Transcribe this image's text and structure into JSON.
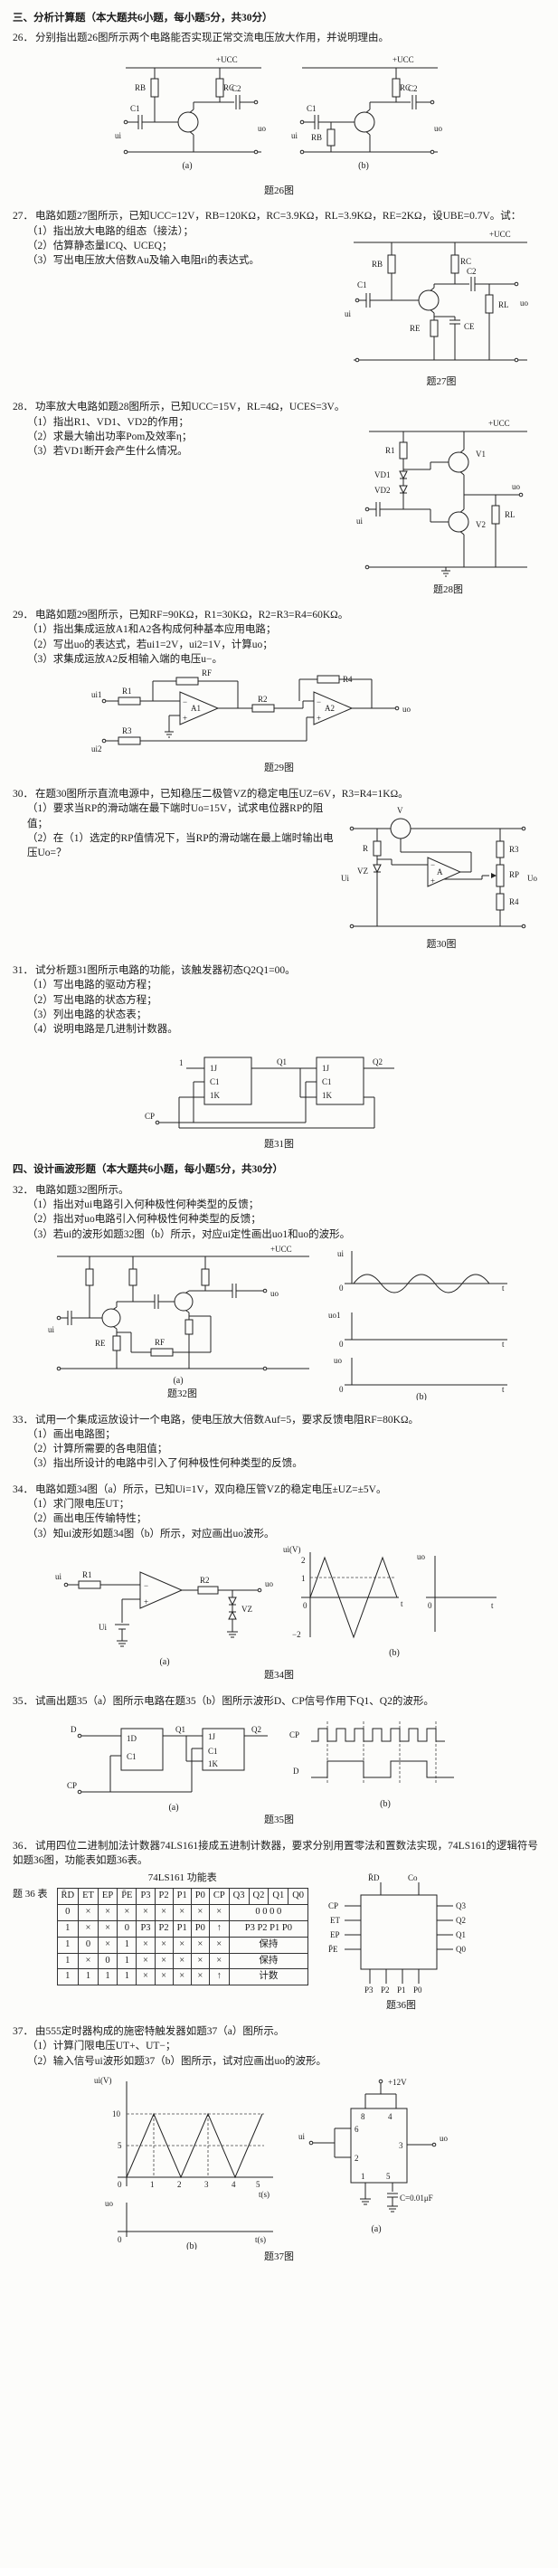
{
  "s3": {
    "title": "三、分析计算题（本大题共6小题，每小题5分，共30分）",
    "q26": {
      "num": "26．",
      "stem": "分别指出题26图所示两个电路能否实现正常交流电压放大作用，并说明理由。",
      "fig": {
        "caption": "题26图",
        "a": {
          "vcc": "+UCC",
          "rb": "RB",
          "rc": "RC",
          "c1": "C1",
          "c2": "C2",
          "ui": "ui",
          "uo": "uo",
          "tag": "(a)"
        },
        "b": {
          "vcc": "+UCC",
          "rb": "RB",
          "rc": "RC",
          "c1": "C1",
          "c2": "C2",
          "ui": "ui",
          "uo": "uo",
          "tag": "(b)"
        }
      }
    },
    "q27": {
      "num": "27．",
      "stem": "电路如题27图所示，已知UCC=12V，RB=120KΩ，RC=3.9KΩ，RL=3.9KΩ，RE=2KΩ，设UBE=0.7V。试：",
      "items": [
        "（1）指出放大电路的组态（接法）；",
        "（2）估算静态量ICQ、UCEQ；",
        "（3）写出电压放大倍数Au及输入电阻ri的表达式。"
      ],
      "fig": {
        "caption": "题27图",
        "vcc": "+UCC",
        "rb": "RB",
        "rc": "RC",
        "re": "RE",
        "rl": "RL",
        "c1": "C1",
        "c2": "C2",
        "ce": "CE",
        "ui": "ui",
        "uo": "uo"
      }
    },
    "q28": {
      "num": "28．",
      "stem": "功率放大电路如题28图所示，已知UCC=15V，RL=4Ω，UCES=3V。",
      "items": [
        "（1）指出R1、VD1、VD2的作用；",
        "（2）求最大输出功率Pom及效率η；",
        "（3）若VD1断开会产生什么情况。"
      ],
      "fig": {
        "caption": "题28图",
        "vcc": "+UCC",
        "r1": "R1",
        "vd1": "VD1",
        "vd2": "VD2",
        "v1": "V1",
        "v2": "V2",
        "rl": "RL",
        "ui": "ui",
        "uo": "uo"
      }
    },
    "q29": {
      "num": "29．",
      "stem": "电路如题29图所示，已知RF=90KΩ，R1=30KΩ，R2=R3=R4=60KΩ。",
      "items": [
        "（1）指出集成运放A1和A2各构成何种基本应用电路；",
        "（2）写出uo的表达式，若ui1=2V，ui2=1V，计算uo；",
        "（3）求集成运放A2反相输入端的电压u−。"
      ],
      "fig": {
        "caption": "题29图",
        "r1": "R1",
        "rf": "RF",
        "r2": "R2",
        "r3": "R3",
        "r4": "R4",
        "a1": "A1",
        "a2": "A2",
        "ui1": "ui1",
        "ui2": "ui2",
        "uo": "uo",
        "minus": "−",
        "plus": "+"
      }
    },
    "q30": {
      "num": "30．",
      "stem": "在题30图所示直流电源中，已知稳压二极管VZ的稳定电压UZ=6V，R3=R4=1KΩ。",
      "items": [
        "（1）要求当RP的滑动端在最下端时Uo=15V，试求电位器RP的阻值；",
        "（2）在（1）选定的RP值情况下，当RP的滑动端在最上端时输出电压Uo=？"
      ],
      "fig": {
        "caption": "题30图",
        "ui": "Ui",
        "v": "V",
        "r": "R",
        "vz": "VZ",
        "a": "A",
        "r3": "R3",
        "rp": "RP",
        "r4": "R4",
        "uo": "Uo",
        "minus": "−",
        "plus": "+"
      }
    },
    "q31": {
      "num": "31．",
      "stem": "试分析题31图所示电路的功能，该触发器初态Q2Q1=00。",
      "items": [
        "（1）写出电路的驱动方程；",
        "（2）写出电路的状态方程；",
        "（3）列出电路的状态表；",
        "（4）说明电路是几进制计数器。"
      ],
      "fig": {
        "caption": "题31图",
        "j": "1J",
        "c": "C1",
        "k": "1K",
        "q1": "Q1",
        "q2": "Q2",
        "cp": "CP",
        "one": "1"
      }
    }
  },
  "s4": {
    "title": "四、设计画波形题（本大题共6小题，每小题5分，共30分）",
    "q32": {
      "num": "32．",
      "stem": "电路如题32图所示。",
      "items": [
        "（1）指出对ui电路引入何种极性何种类型的反馈；",
        "（2）指出对uo电路引入何种极性何种类型的反馈；",
        "（3）若ui的波形如题32图（b）所示，对应ui定性画出uo1和uo的波形。"
      ],
      "fig": {
        "caption": "题32图",
        "a": {
          "vcc": "+UCC",
          "rf": "RF",
          "re": "RE",
          "ui": "ui",
          "uo": "uo",
          "tag": "(a)"
        },
        "b": {
          "ui": "ui",
          "uo1": "uo1",
          "uo": "uo",
          "t": "t",
          "zero": "0",
          "tag": "(b)"
        }
      }
    },
    "q33": {
      "num": "33．",
      "stem": "试用一个集成运放设计一个电路，使电压放大倍数Auf=5，要求反馈电阻RF=80KΩ。",
      "items": [
        "（1）画出电路图；",
        "（2）计算所需要的各电阻值；",
        "（3）指出所设计的电路中引入了何种极性何种类型的反馈。"
      ]
    },
    "q34": {
      "num": "34．",
      "stem": "电路如题34图（a）所示，已知Ui=1V，双向稳压管VZ的稳定电压±UZ=±5V。",
      "items": [
        "（1）求门限电压UT；",
        "（2）画出电压传输特性；",
        "（3）知ui波形如题34图（b）所示，对应画出uo波形。"
      ],
      "fig": {
        "caption": "题34图",
        "a": {
          "ui": "ui",
          "r1": "R1",
          "r2": "R2",
          "uref": "Ui",
          "vz": "VZ",
          "uo": "uo",
          "minus": "−",
          "plus": "+",
          "tag": "(a)"
        },
        "b": {
          "ylabel": "ui(V)",
          "v2": "2",
          "v1": "1",
          "zero": "0",
          "vm2": "−2",
          "t": "t",
          "uo": "uo",
          "tag": "(b)"
        }
      }
    },
    "q35": {
      "num": "35．",
      "stem": "试画出题35（a）图所示电路在题35（b）图所示波形D、CP信号作用下Q1、Q2的波形。",
      "fig": {
        "caption": "题35图",
        "a": {
          "d": "D",
          "cp": "CP",
          "d1": "1D",
          "c1": "C1",
          "j": "1J",
          "k": "1K",
          "q1": "Q1",
          "q2": "Q2",
          "tag": "(a)"
        },
        "b": {
          "cp": "CP",
          "d": "D",
          "tag": "(b)"
        }
      }
    },
    "q36": {
      "num": "36．",
      "stem": "试用四位二进制加法计数器74LS161接成五进制计数器，要求分别用置零法和置数法实现，74LS161的逻辑符号如题36图，功能表如题36表。",
      "table": {
        "side_label": "题 36 表",
        "title": "74LS161 功能表",
        "headers": [
          "R̄D",
          "ET",
          "EP",
          "P̄E",
          "P3",
          "P2",
          "P1",
          "P0",
          "CP",
          "Q3",
          "Q2",
          "Q1",
          "Q0"
        ],
        "rows": [
          [
            "0",
            "×",
            "×",
            "×",
            "×",
            "×",
            "×",
            "×",
            "×",
            "0 0 0 0"
          ],
          [
            "1",
            "×",
            "×",
            "0",
            "P3",
            "P2",
            "P1",
            "P0",
            "↑",
            "P3 P2 P1 P0"
          ],
          [
            "1",
            "0",
            "×",
            "1",
            "×",
            "×",
            "×",
            "×",
            "×",
            "保持"
          ],
          [
            "1",
            "×",
            "0",
            "1",
            "×",
            "×",
            "×",
            "×",
            "×",
            "保持"
          ],
          [
            "1",
            "1",
            "1",
            "1",
            "×",
            "×",
            "×",
            "×",
            "↑",
            "计数"
          ]
        ]
      },
      "fig": {
        "caption": "题36图",
        "cp": "CP",
        "et": "ET",
        "ep": "EP",
        "pe": "P̄E",
        "rd": "R̄D",
        "co": "Co",
        "q3": "Q3",
        "q2": "Q2",
        "q1": "Q1",
        "q0": "Q0",
        "p3": "P3",
        "p2": "P2",
        "p1": "P1",
        "p0": "P0"
      }
    },
    "q37": {
      "num": "37．",
      "stem": "由555定时器构成的施密特触发器如题37（a）图所示。",
      "items": [
        "（1）计算门限电压UT+、UT−；",
        "（2）输入信号ui波形如题37（b）图所示，试对应画出uo的波形。"
      ],
      "fig": {
        "caption": "题37图",
        "b": {
          "ylabel": "ui(V)",
          "v10": "10",
          "v5": "5",
          "zero": "0",
          "t1": "1",
          "t2": "2",
          "t3": "3",
          "t4": "4",
          "t5": "5",
          "xlabel": "t(s)",
          "uo": "uo",
          "tag": "(b)"
        },
        "a": {
          "vcc": "+12V",
          "p8": "8",
          "p4": "4",
          "p6": "6",
          "p2": "2",
          "p3": "3",
          "p1": "1",
          "p5": "5",
          "cap": "C=0.01μF",
          "ui": "ui",
          "uo": "uo",
          "tag": "(a)"
        }
      }
    }
  }
}
